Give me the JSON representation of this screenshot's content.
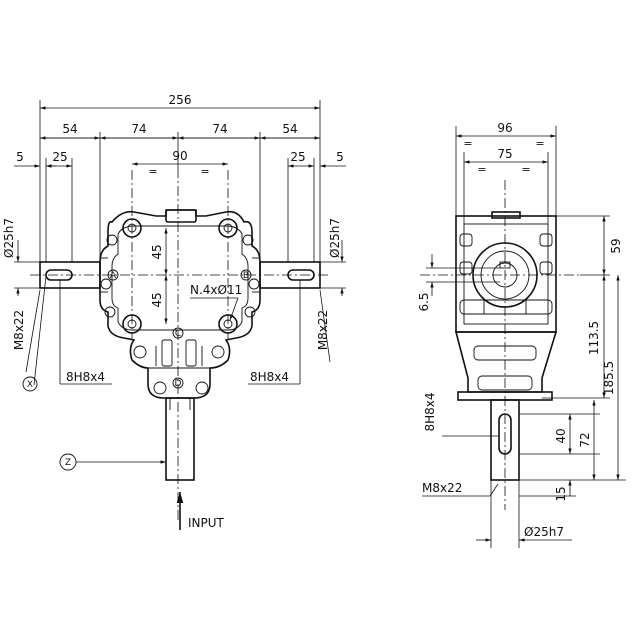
{
  "front_view": {
    "dim_overall": "256",
    "dim_54_left": "54",
    "dim_74_left": "74",
    "dim_74_right": "74",
    "dim_54_right": "54",
    "dim_5_left": "5",
    "dim_25_left": "25",
    "dim_90": "90",
    "dim_25_right": "25",
    "dim_5_right": "5",
    "dim_45_top": "45",
    "dim_45_bottom": "45",
    "shaft_dia_left": "Ø25h7",
    "shaft_dia_right": "Ø25h7",
    "thread_left": "M8x22",
    "thread_right": "M8x22",
    "key_left": "8H8x4",
    "key_right": "8H8x4",
    "bolt_holes": "N.4xØ11",
    "marker_a": "A",
    "marker_b": "B",
    "marker_c": "C",
    "marker_d": "D",
    "marker_x": "X",
    "marker_z": "Z",
    "input_label": "INPUT",
    "eq_symbol": "="
  },
  "side_view": {
    "dim_96": "96",
    "dim_75": "75",
    "dim_59": "59",
    "dim_6_5": "6.5",
    "dim_113_5": "113.5",
    "dim_185_5": "185.5",
    "dim_40": "40",
    "dim_72": "72",
    "dim_15": "15",
    "key": "8H8x4",
    "thread": "M8x22",
    "shaft_dia": "Ø25h7"
  }
}
